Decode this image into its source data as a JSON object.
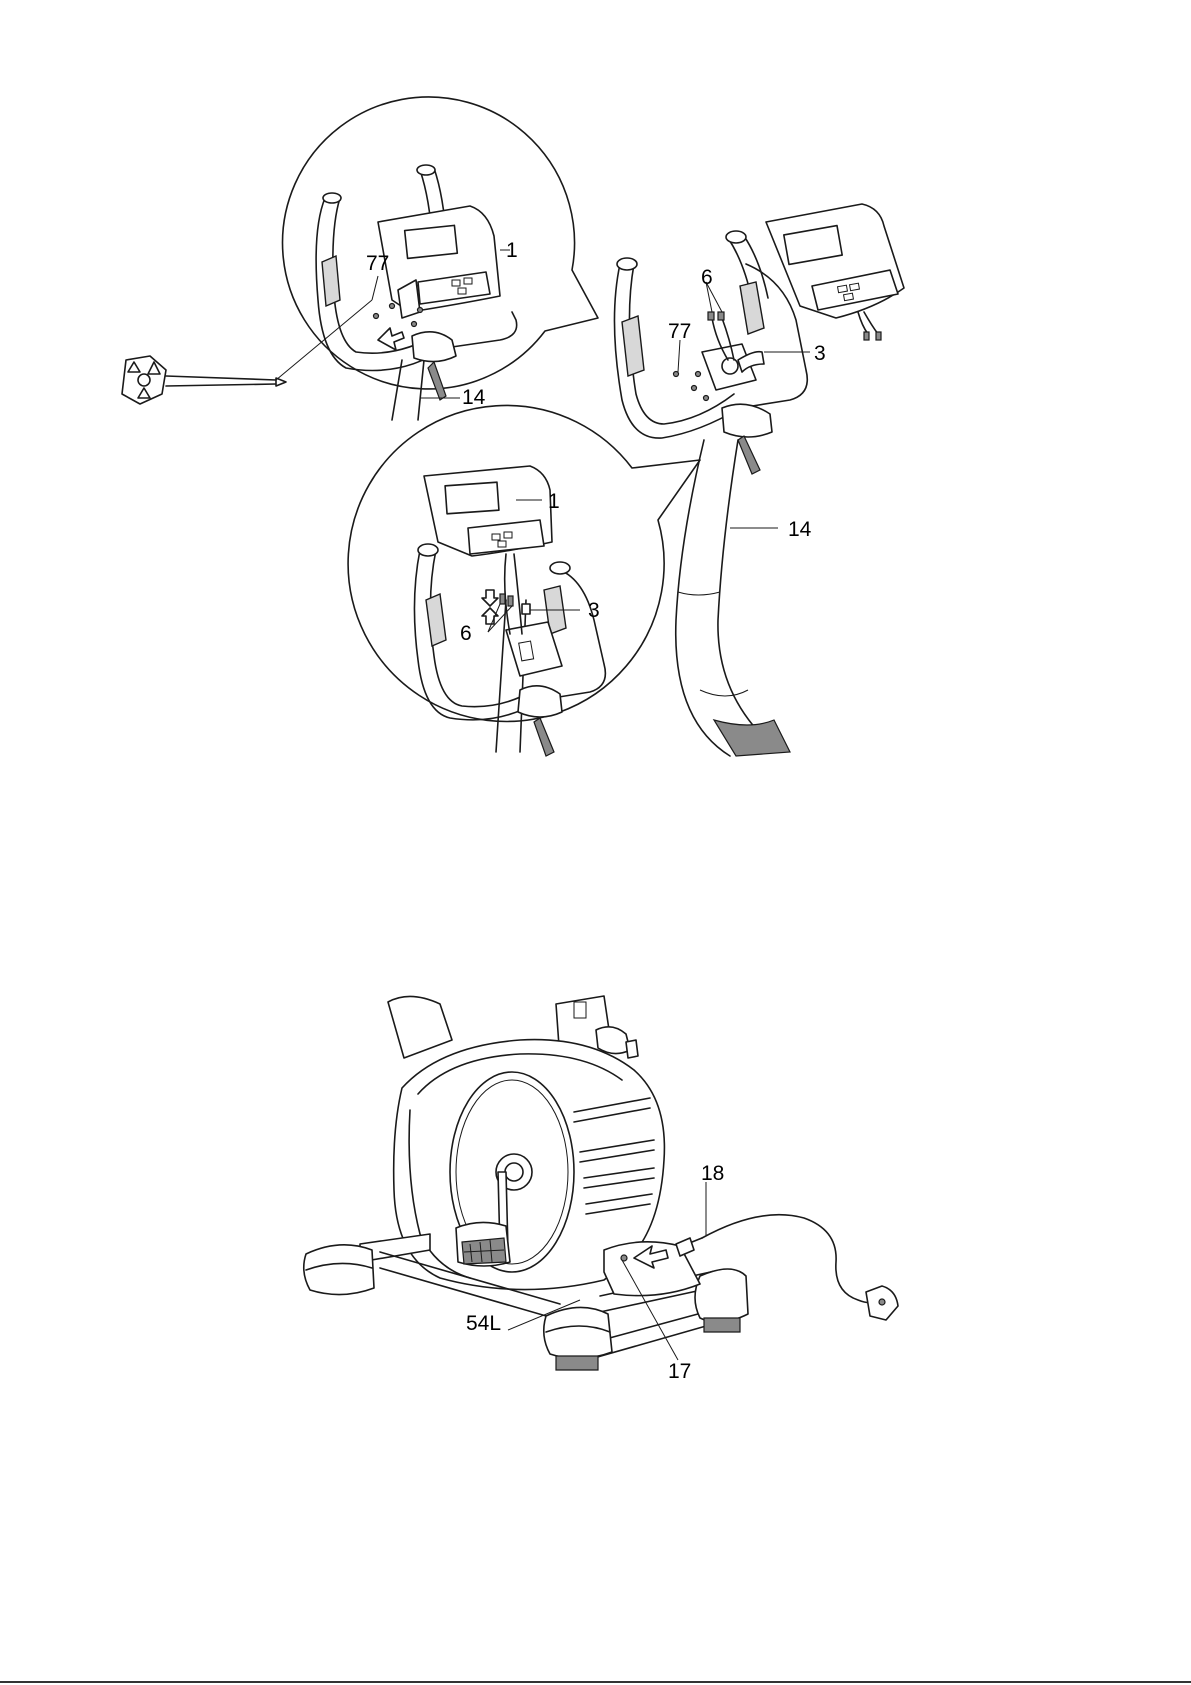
{
  "labels": {
    "computer": "1",
    "sensor_wire": "3",
    "connector": "6",
    "screw": "77",
    "handlebar_post": "14",
    "adapter": "18",
    "power_socket": "17",
    "left_cover": "54L"
  },
  "colors": {
    "line": "#1a1a1a",
    "background": "#ffffff"
  }
}
